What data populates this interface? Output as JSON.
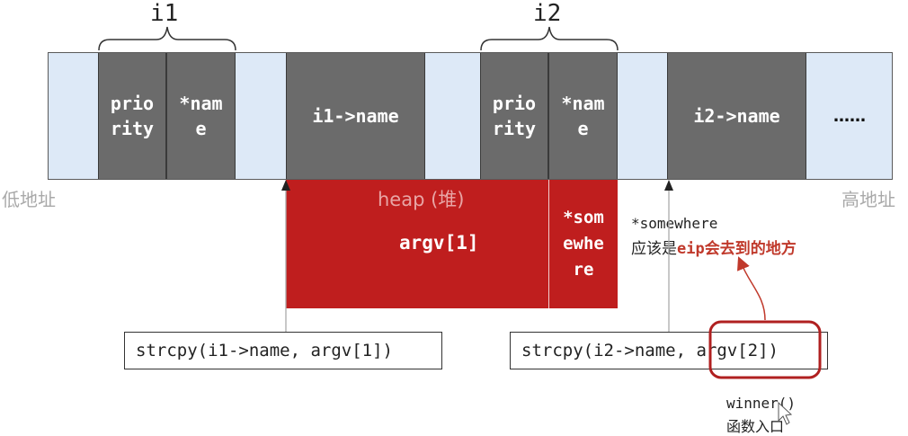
{
  "diagram": {
    "top_labels": {
      "i1": "i1",
      "i2": "i2"
    },
    "cells": {
      "i1_priority": "prio\nrity",
      "i1_name_ptr": "*nam\ne",
      "i1_name": "i1->name",
      "i2_priority": "prio\nrity",
      "i2_name_ptr": "*nam\ne",
      "i2_name": "i2->name",
      "ellipsis": "……"
    },
    "low_address": "低地址",
    "high_address": "高地址",
    "heap_label": "heap (堆)",
    "heap_argv1": "argv[1]",
    "heap_somewhere": "*som\newhe\nre",
    "note_line1": "*somewhere",
    "note_prefix": "应该是",
    "note_eip": "eip",
    "note_suffix": "会去到的地方",
    "code1": "strcpy(i1->name, argv[1])",
    "code2_prefix": "strcpy(i2->name, ",
    "code2_arg": "argv[2])",
    "winner_line1": "winner()",
    "winner_line2": "函数入口"
  },
  "colors": {
    "heap_red": "#bf1e1e",
    "struct_gray": "#6b6b6b",
    "memory_light_blue": "#dde9f7",
    "annotation_red": "#c0392b"
  }
}
